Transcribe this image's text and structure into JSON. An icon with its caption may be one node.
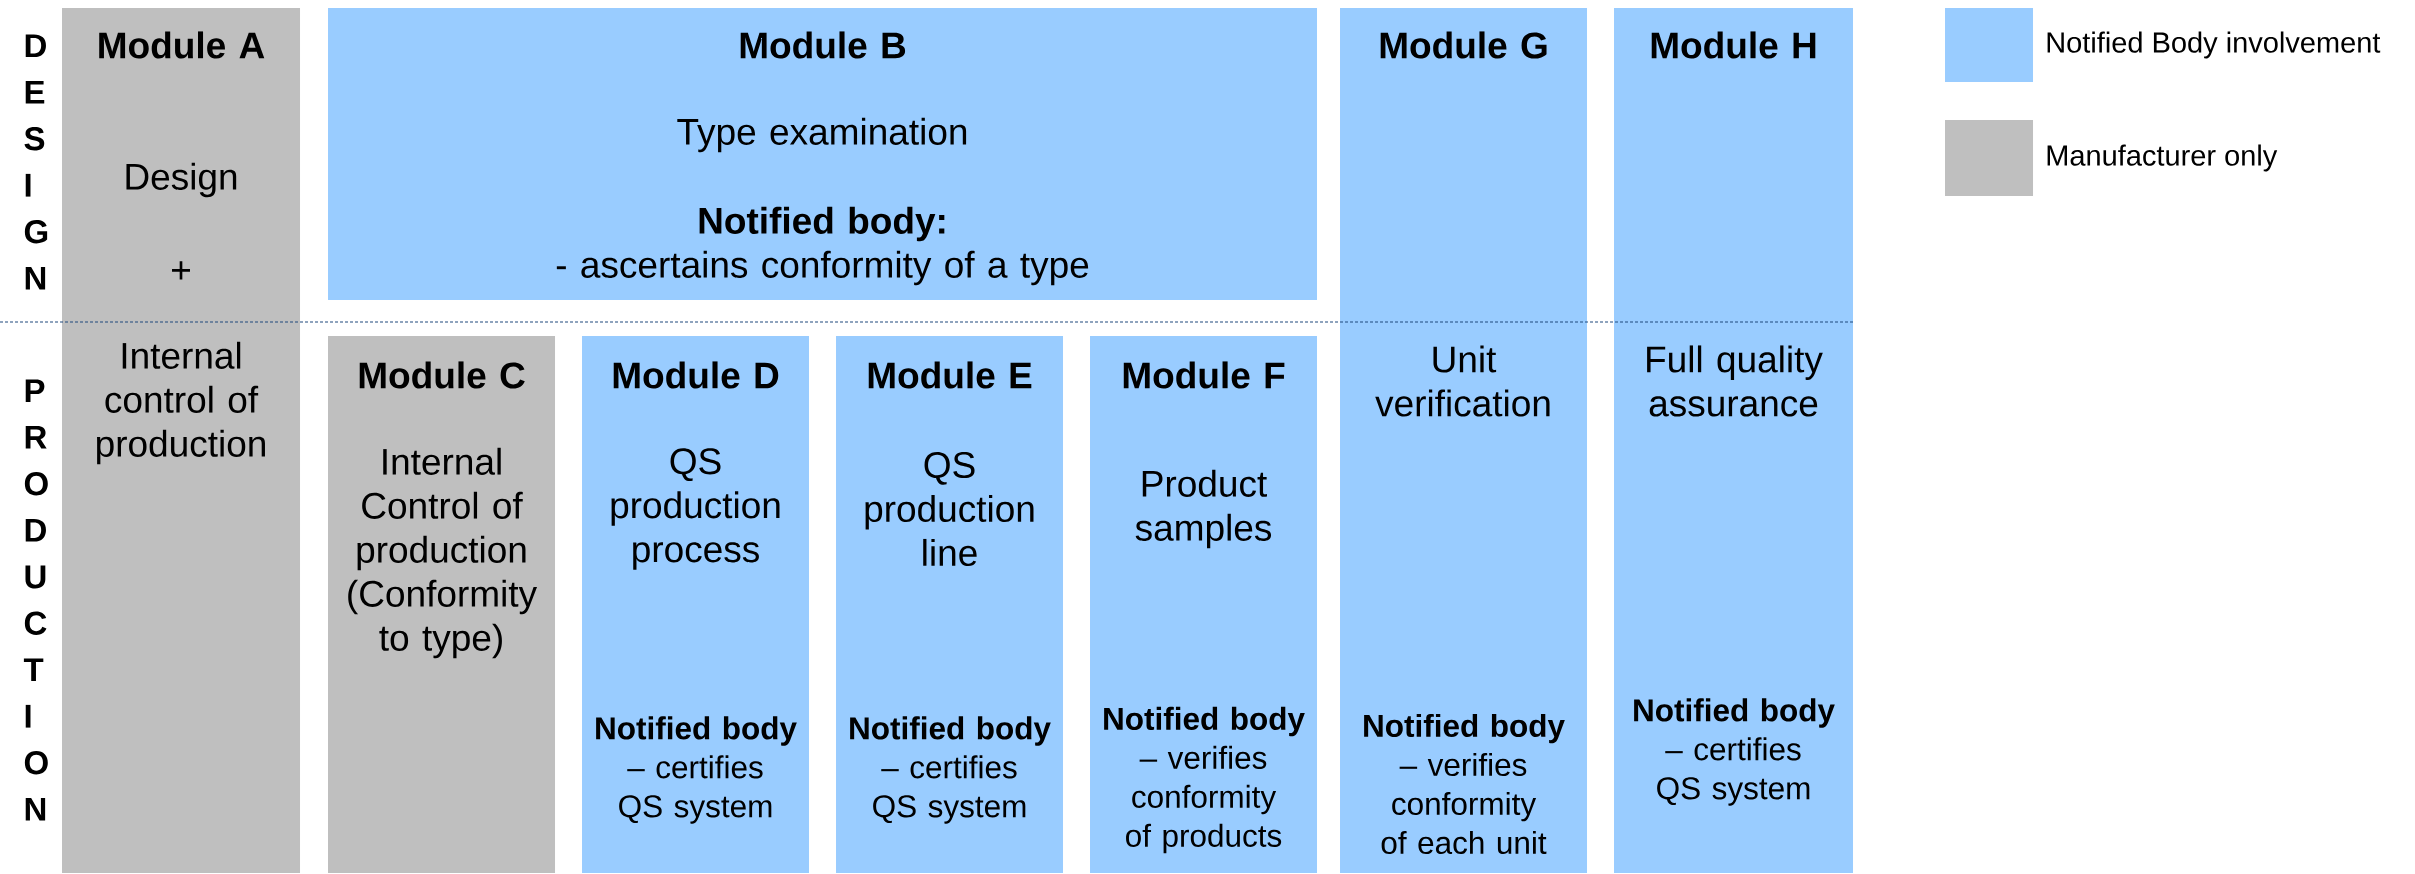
{
  "diagram": {
    "nodes": [
      {
        "text": [
          "Module A",
          "Design",
          "+",
          "Internal control of production"
        ]
      },
      {
        "text": [
          "Module B",
          "Type examination",
          "Notified body:",
          "- ascertains conformity of a type"
        ]
      },
      {
        "text": [
          "Module C",
          "Internal Control of production (Conformity to type)"
        ]
      },
      {
        "text": [
          "Module D",
          "QS production process",
          "**Notified body** – certifies QS system"
        ]
      },
      {
        "text": [
          "Module E",
          "QS production line",
          "**Notified body** – certifies QS system"
        ]
      },
      {
        "text": [
          "Module F",
          "Product samples",
          "**Notified body** – verifies conformity of products"
        ]
      },
      {
        "text": [
          "Module G",
          "Unit verification",
          "**Notified body** – verifies conformity of each unit"
        ]
      },
      {
        "text": [
          "Module H",
          "Full quality assurance",
          "**Notified body** – certifies QS system"
        ]
      }
    ],
    "labels": [
      "DESIGN",
      "PRODUCTION"
    ],
    "legend": [
      {
        "text": "Notified Body involvement",
        "color": "#99ccff"
      },
      {
        "text": "Manufacturer only",
        "color": "#bfbfbf"
      }
    ]
  }
}
